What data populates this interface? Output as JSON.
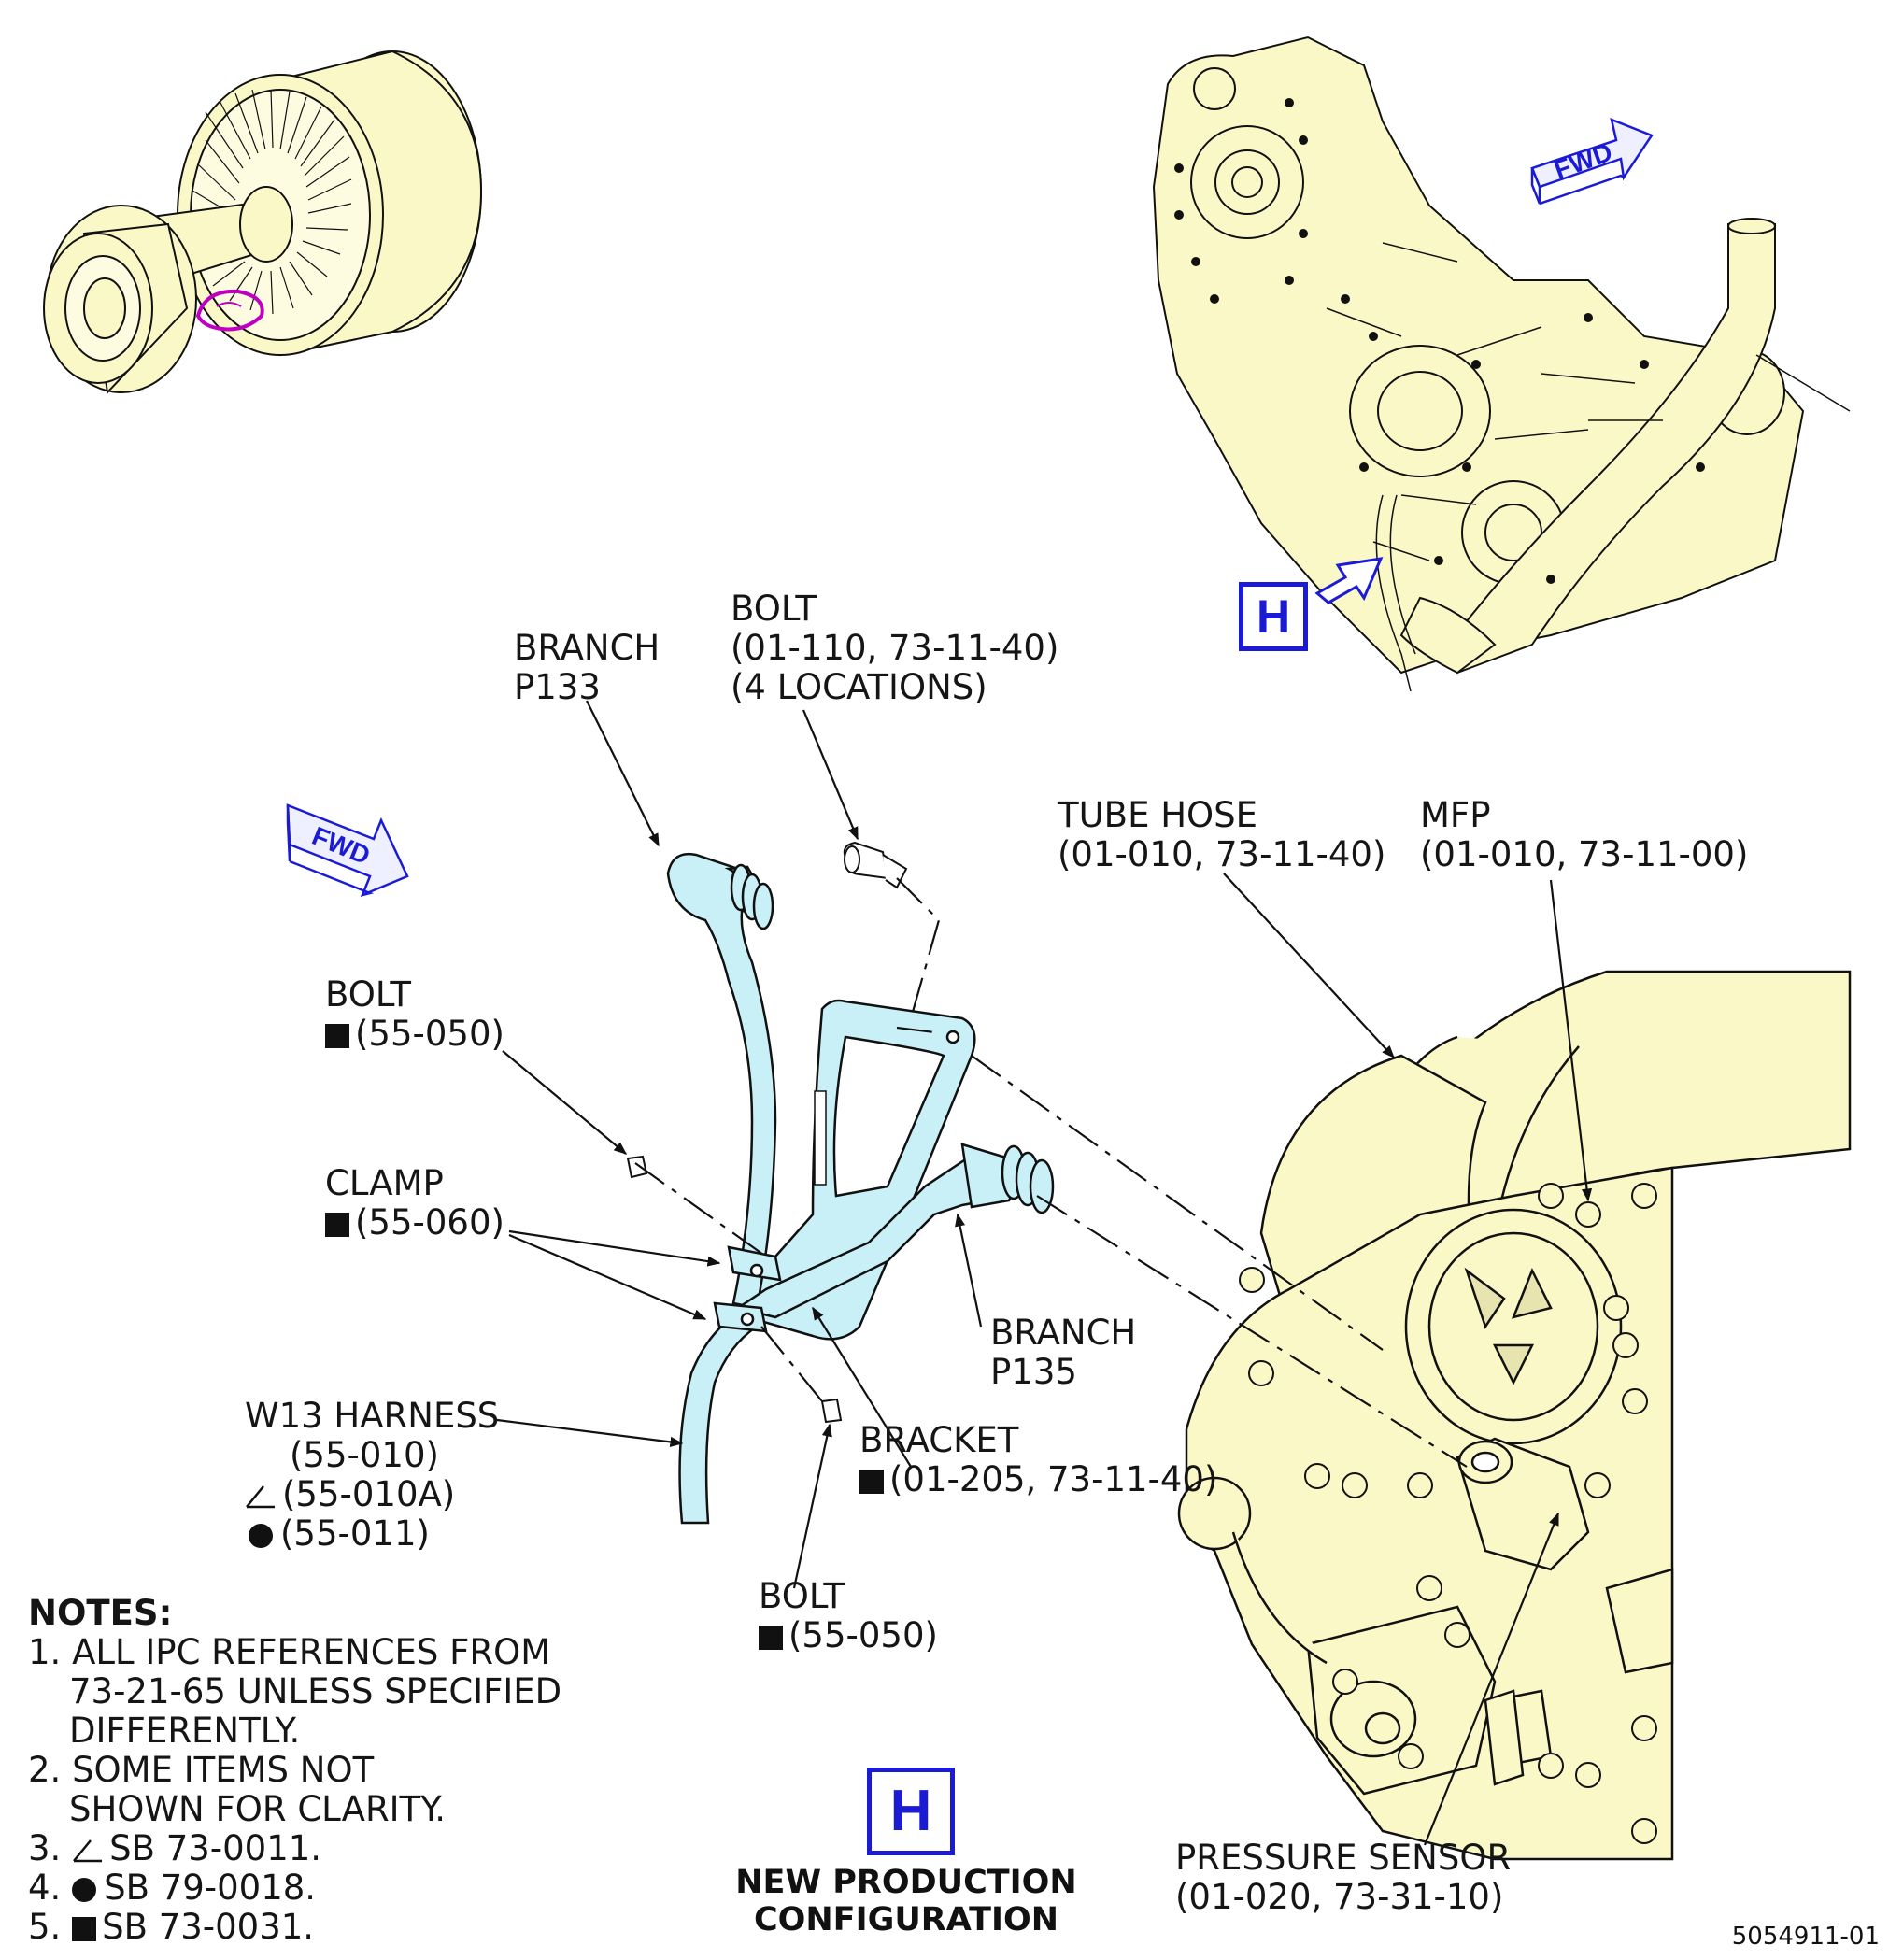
{
  "callouts": {
    "branch_p133": {
      "line1": "BRANCH",
      "line2": "P133"
    },
    "bolt_top": {
      "line1": "BOLT",
      "line2": "(01-110, 73-11-40)",
      "line3": "(4 LOCATIONS)"
    },
    "tube_hose": {
      "line1": "TUBE HOSE",
      "line2": "(01-010, 73-11-40)"
    },
    "mfp": {
      "line1": "MFP",
      "line2": "(01-010, 73-11-00)"
    },
    "bolt_left": {
      "line1": "BOLT",
      "line2": "(55-050)"
    },
    "clamp": {
      "line1": "CLAMP",
      "line2": "(55-060)"
    },
    "branch_p135": {
      "line1": "BRANCH",
      "line2": "P135"
    },
    "w13_harness": {
      "line1": "W13 HARNESS",
      "line2": "(55-010)",
      "line3": "(55-010A)",
      "line4": "(55-011)"
    },
    "bracket": {
      "line1": "BRACKET",
      "line2": "(01-205, 73-11-40)"
    },
    "bolt_bottom": {
      "line1": "BOLT",
      "line2": "(55-050)"
    },
    "pressure_sensor": {
      "line1": "PRESSURE SENSOR",
      "line2": "(01-020, 73-31-10)"
    }
  },
  "fwd_label": "FWD",
  "view_letter": "H",
  "notes": {
    "title": "NOTES:",
    "n1a": "1. ALL IPC REFERENCES FROM",
    "n1b": "73-21-65 UNLESS SPECIFIED",
    "n1c": "DIFFERENTLY.",
    "n2a": "2. SOME ITEMS NOT",
    "n2b": "SHOWN FOR CLARITY.",
    "n3_num": "3.",
    "n3_text": "SB 73-0011.",
    "n4_num": "4.",
    "n4_text": "SB 79-0018.",
    "n5_num": "5.",
    "n5_text": "SB 73-0031."
  },
  "caption": {
    "line1": "NEW PRODUCTION",
    "line2": "CONFIGURATION"
  },
  "doc_number": "5054911-01",
  "colors": {
    "engine_fill": "#fbf8c8",
    "harness_fill": "#c8f0f6",
    "arrow_blue": "#1b1bd6",
    "highlight_magenta": "#c000c0",
    "line": "#111111"
  }
}
